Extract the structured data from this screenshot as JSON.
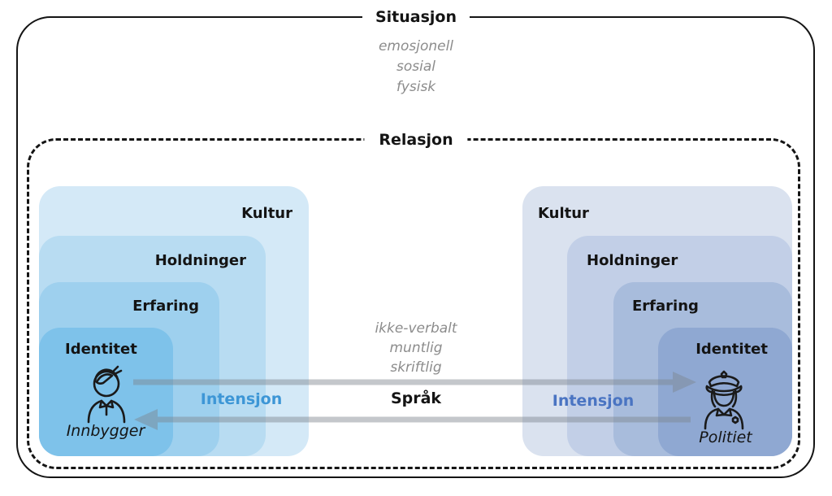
{
  "situation": {
    "title": "Situasjon",
    "aspects": [
      "emosjonell",
      "sosial",
      "fysisk"
    ]
  },
  "relation": {
    "title": "Relasjon"
  },
  "left_stack": {
    "actor_label": "Innbygger",
    "intention_label": "Intensjon",
    "layers": [
      "Kultur",
      "Holdninger",
      "Erfaring",
      "Identitet"
    ]
  },
  "right_stack": {
    "actor_label": "Politiet",
    "intention_label": "Intensjon",
    "layers": [
      "Kultur",
      "Holdninger",
      "Erfaring",
      "Identitet"
    ]
  },
  "language": {
    "modes": [
      "ikke-verbalt",
      "muntlig",
      "skriftlig"
    ],
    "label": "Språk"
  },
  "icons": {
    "left": "citizen-icon",
    "right": "police-officer-icon"
  },
  "colors": {
    "border": "#141414",
    "muted_text": "#8c8c8c",
    "arrow": "#7d858e",
    "left_intention": "#3d96d6",
    "right_intention": "#4a74c2",
    "left_layers": [
      "#d4e9f7",
      "#b8dcf2",
      "#9ed0ee",
      "#7ec2ea"
    ],
    "right_layers": [
      "#dae2ef",
      "#c2cfe7",
      "#a8bcdc",
      "#8fa8d2"
    ]
  }
}
